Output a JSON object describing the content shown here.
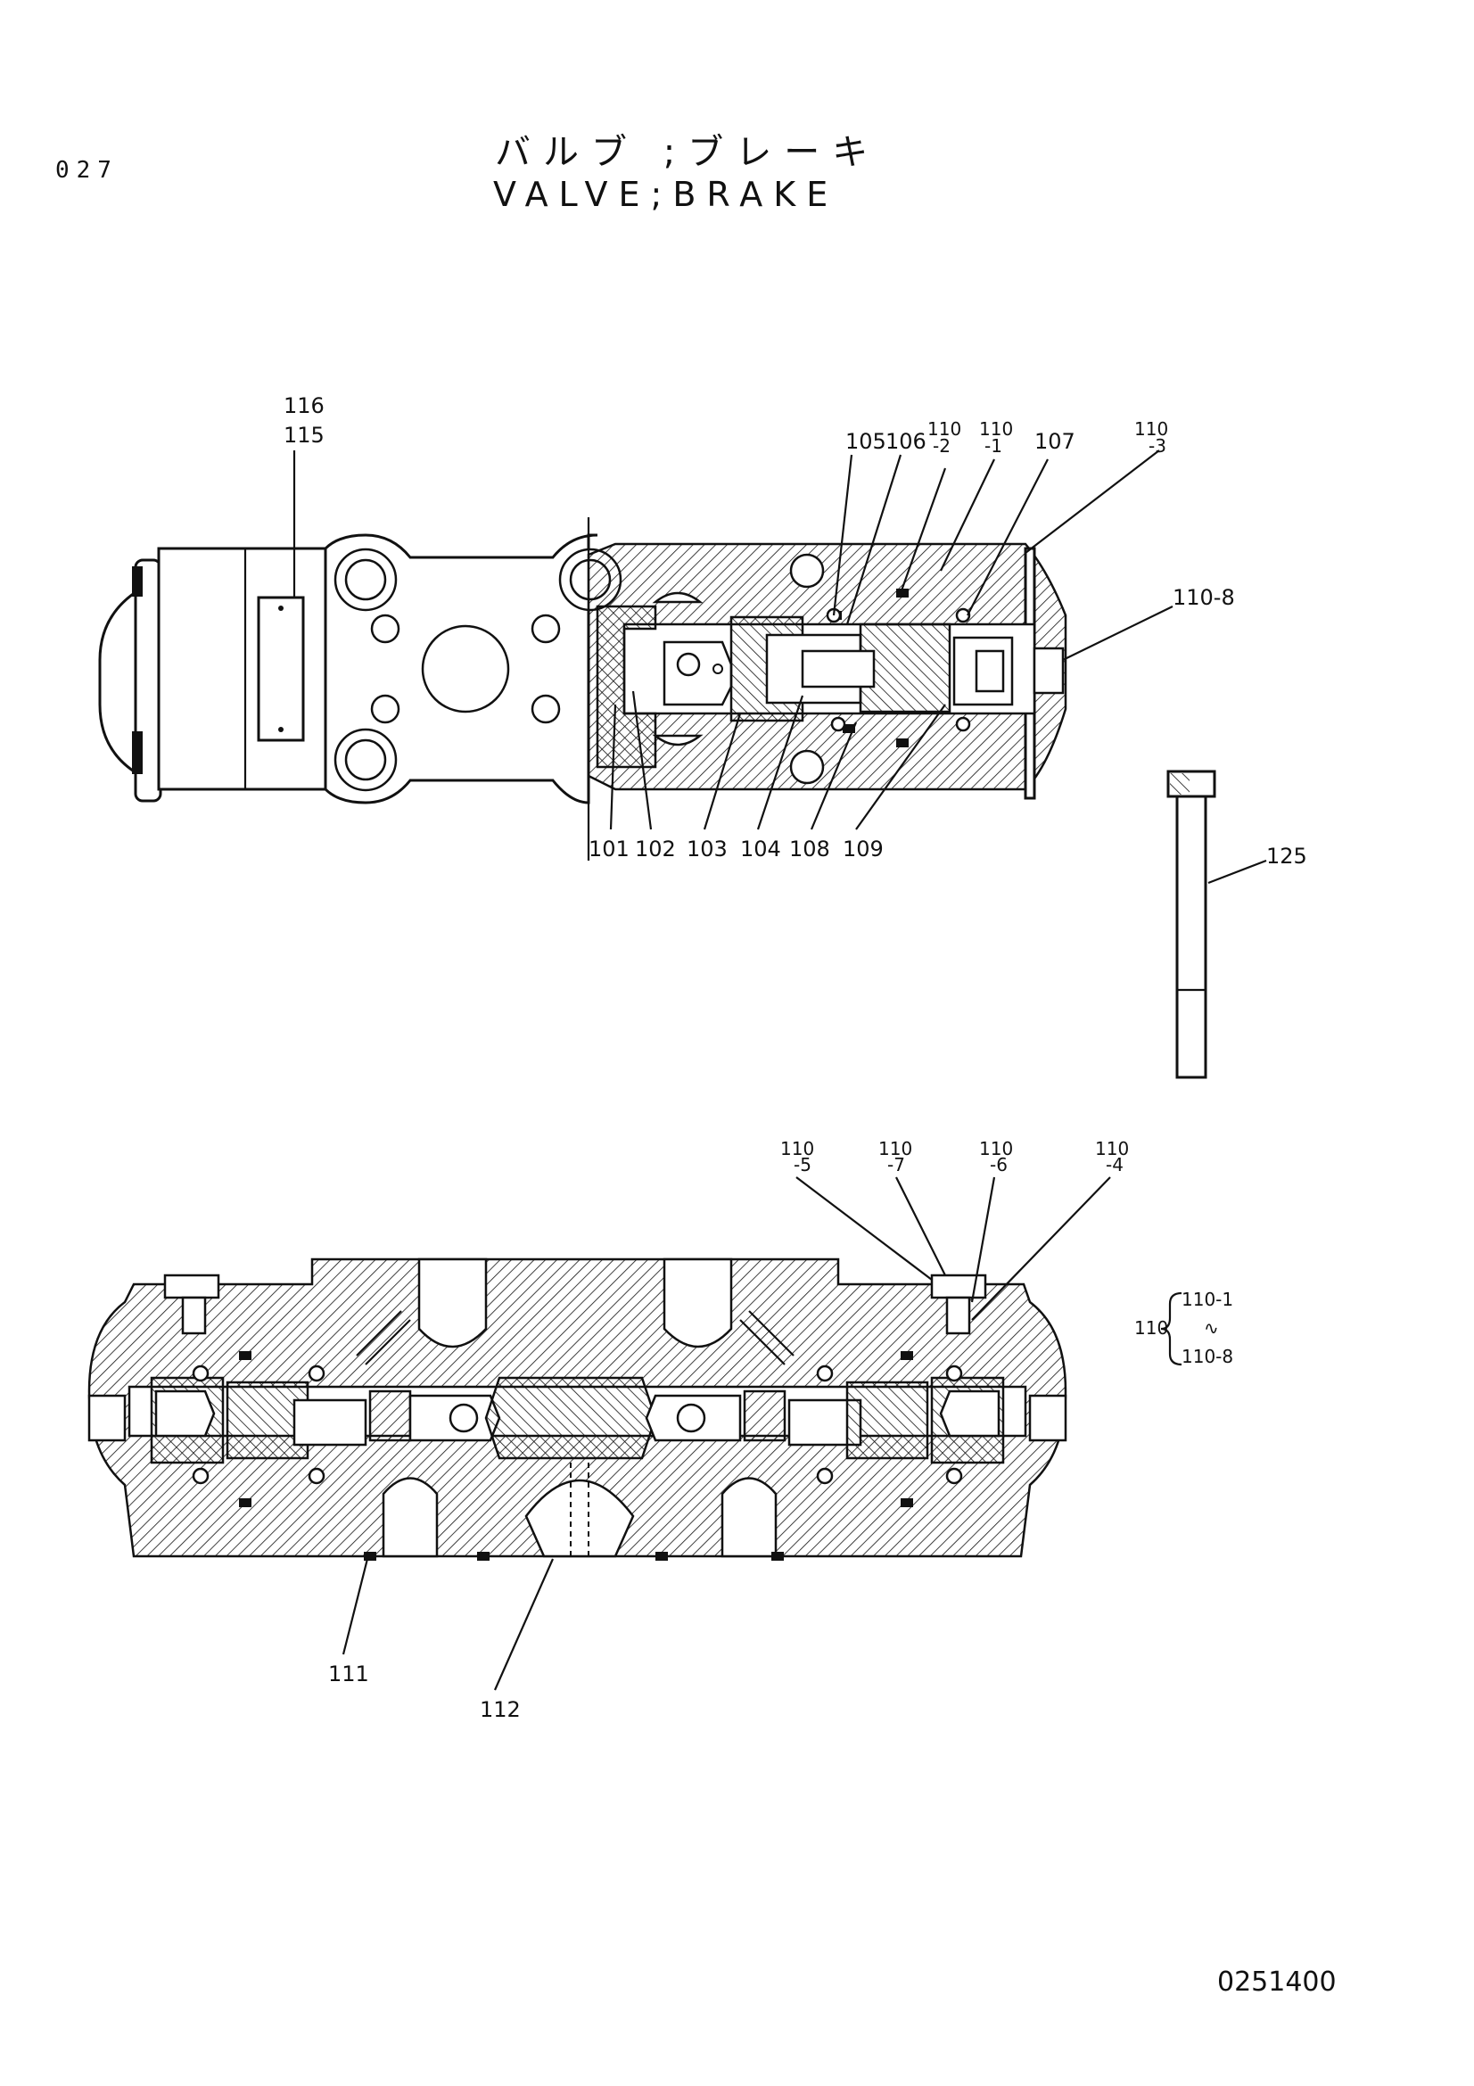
{
  "page_number": "027",
  "title_jp": "バルブ ;ブレーキ",
  "title_en": "VALVE;BRAKE",
  "doc_code": "0251400",
  "top_view_labels": {
    "l116": "116",
    "l115": "115",
    "l105": "105",
    "l106": "106",
    "l110_2a": "110",
    "l110_2b": "-2",
    "l110_1a": "110",
    "l110_1b": "-1",
    "l107": "107",
    "l110_3a": "110",
    "l110_3b": "-3",
    "l110_8": "110-8",
    "l101": "101",
    "l102": "102",
    "l103": "103",
    "l104": "104",
    "l108": "108",
    "l109": "109",
    "l125": "125"
  },
  "bottom_view_labels": {
    "l110_5a": "110",
    "l110_5b": "-5",
    "l110_7a": "110",
    "l110_7b": "-7",
    "l110_6a": "110",
    "l110_6b": "-6",
    "l110_4a": "110",
    "l110_4b": "-4",
    "l111": "111",
    "l112": "112"
  },
  "assembly_note": {
    "parent": "110",
    "from": "110-1",
    "tilde": "∿",
    "to": "110-8"
  }
}
